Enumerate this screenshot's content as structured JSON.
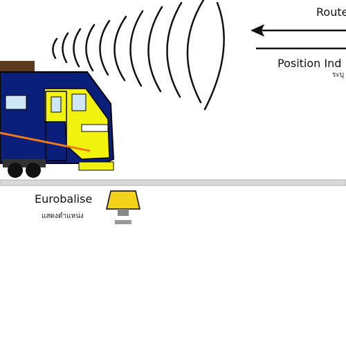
{
  "labels": {
    "route": "Route",
    "position_indication": "Position Ind",
    "position_indication_thai": "ระบุ",
    "eurobalise": "Eurobalise",
    "eurobalise_thai": "แสดงตำแหน่ง"
  },
  "colors": {
    "train_body": "#0a1f7a",
    "train_front": "#f2f20f",
    "train_roof": "#5b3a1e",
    "window": "#cfe6f7",
    "beam": "#f07a1a",
    "rail": "#d9d9d9",
    "balise": "#f2d21a",
    "waves": "#111111"
  },
  "icons": {
    "train": "locomotive",
    "balise": "eurobalise-transponder",
    "signal": "radio-waves",
    "arrow": "left-arrow"
  }
}
